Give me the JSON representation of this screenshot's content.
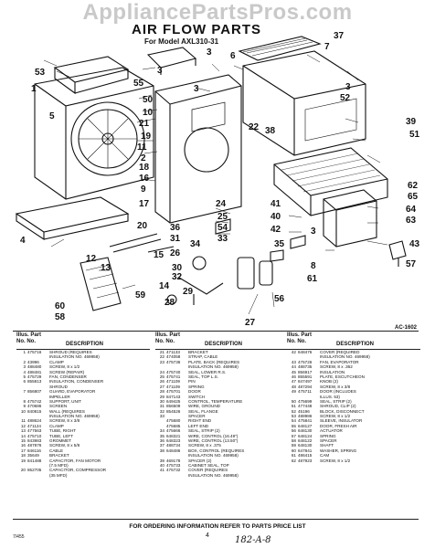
{
  "watermark": "AppliancePartsPros.com",
  "title": "AIR FLOW PARTS",
  "subtitle": "For Model AXL310-31",
  "diagram_ref": "AC-1602",
  "callouts": [
    "37",
    "7",
    "6",
    "3",
    "53",
    "1",
    "3",
    "55",
    "50",
    "10",
    "5",
    "21",
    "19",
    "22",
    "11",
    "2",
    "18",
    "16",
    "9",
    "17",
    "20",
    "3",
    "4",
    "26",
    "30",
    "32",
    "36",
    "13",
    "31",
    "12",
    "60",
    "58",
    "59",
    "15",
    "29",
    "28",
    "34",
    "24",
    "25",
    "54",
    "33",
    "52",
    "3",
    "39",
    "38",
    "51",
    "62",
    "65",
    "41",
    "40",
    "42",
    "64",
    "63",
    "43",
    "35",
    "56",
    "27",
    "3",
    "8",
    "61",
    "57",
    "14"
  ],
  "table": {
    "header_illus": "Illus. Part No. No.",
    "header_desc": "DESCRIPTION",
    "columns": [
      [
        {
          "n": "1",
          "p": "475716",
          "d": "SHROUD (REQUIRES"
        },
        {
          "n": "",
          "p": "",
          "d": "INSULATION NO. 469958)"
        },
        {
          "n": "2",
          "p": "43996",
          "d": "CLAMP"
        },
        {
          "n": "3",
          "p": "488480",
          "d": "SCREW, 8 x 1/2"
        },
        {
          "n": "4",
          "p": "488481",
          "d": "SCREW (REPAIR)"
        },
        {
          "n": "5",
          "p": "475729",
          "d": "FAN, CONDENSER"
        },
        {
          "n": "6",
          "p": "855813",
          "d": "INSULATION, CONDENSER"
        },
        {
          "n": "",
          "p": "",
          "d": "SHROUD"
        },
        {
          "n": "7",
          "p": "856807",
          "d": "GUARD, EVAPORATOR"
        },
        {
          "n": "",
          "p": "",
          "d": "IMPELLER"
        },
        {
          "n": "8",
          "p": "475742",
          "d": "SUPPORT, UNIT"
        },
        {
          "n": "9",
          "p": "470686",
          "d": "SCREEN"
        },
        {
          "n": "10",
          "p": "840815",
          "d": "WALL (REQUIRES"
        },
        {
          "n": "",
          "p": "",
          "d": "INSULATION NO. 469958)"
        },
        {
          "n": "11",
          "p": "488624",
          "d": "SCREW, 8 x 3/8"
        },
        {
          "n": "12",
          "p": "471124",
          "d": "CLAMP"
        },
        {
          "n": "13",
          "p": "477563",
          "d": "TUBE, RIGHT"
        },
        {
          "n": "14",
          "p": "475710",
          "d": "TUBE, LEFT"
        },
        {
          "n": "15",
          "p": "843983",
          "d": "GROMMET"
        },
        {
          "n": "16",
          "p": "487876",
          "d": "SCREW, 8 x 5/8"
        },
        {
          "n": "17",
          "p": "846116",
          "d": "CABLE"
        },
        {
          "n": "18",
          "p": "35649",
          "d": "BRACKET"
        },
        {
          "n": "19",
          "p": "841488",
          "d": "CAPACITOR, FAN MOTOR"
        },
        {
          "n": "",
          "p": "",
          "d": "(7.5 MFD)"
        },
        {
          "n": "20",
          "p": "852705",
          "d": "CAPACITOR, COMPRESSOR"
        },
        {
          "n": "",
          "p": "",
          "d": "(35 MFD)"
        }
      ],
      [
        {
          "n": "21",
          "p": "471133",
          "d": "BRACKET"
        },
        {
          "n": "22",
          "p": "474058",
          "d": "STRAP, CABLE"
        },
        {
          "n": "23",
          "p": "475736",
          "d": "PLATE, BACK (REQUIRES"
        },
        {
          "n": "",
          "p": "",
          "d": "INSULATION NO. 469958)"
        },
        {
          "n": "24",
          "p": "475740",
          "d": "SEAL, LOWER R.S."
        },
        {
          "n": "25",
          "p": "475741",
          "d": "SEAL, TOP L.S."
        },
        {
          "n": "26",
          "p": "471109",
          "d": "PIN"
        },
        {
          "n": "27",
          "p": "471109",
          "d": "SPRING"
        },
        {
          "n": "28",
          "p": "475701",
          "d": "DOOR"
        },
        {
          "n": "29",
          "p": "847143",
          "d": "SWITCH"
        },
        {
          "n": "30",
          "p": "649425",
          "d": "CONTROL, TEMPERATURE"
        },
        {
          "n": "31",
          "p": "856509",
          "d": "WIRE, GROUND"
        },
        {
          "n": "32",
          "p": "854526",
          "d": "SEAL, FLANGE"
        },
        {
          "n": "33",
          "p": "",
          "d": "SPACER"
        },
        {
          "n": "",
          "p": "475680",
          "d": "RIGHT END"
        },
        {
          "n": "",
          "p": "475685",
          "d": "LEFT END"
        },
        {
          "n": "34",
          "p": "475666",
          "d": "SEAL, STRIP (2)"
        },
        {
          "n": "35",
          "p": "648321",
          "d": "WIRE, CONTROL (16.49\")"
        },
        {
          "n": "36",
          "p": "648323",
          "d": "WIRE, CONTROL (13.50\")"
        },
        {
          "n": "37",
          "p": "488734",
          "d": "SCREW, 8 x .375"
        },
        {
          "n": "38",
          "p": "648486",
          "d": "BOX, CONTROL (REQUIRES"
        },
        {
          "n": "",
          "p": "",
          "d": "INSULATION NO. 469958)"
        },
        {
          "n": "39",
          "p": "469178",
          "d": "SPACER (2)"
        },
        {
          "n": "40",
          "p": "475733",
          "d": "CABINET SEAL, TOP"
        },
        {
          "n": "41",
          "p": "475732",
          "d": "COVER (REQUIRES"
        },
        {
          "n": "",
          "p": "",
          "d": "INSULATION NO. 469958)"
        }
      ],
      [
        {
          "n": "42",
          "p": "648476",
          "d": "COVER (REQUIRED"
        },
        {
          "n": "",
          "p": "",
          "d": "INSULATION NO. 469958)"
        },
        {
          "n": "43",
          "p": "475726",
          "d": "FAN, EVAPORATOR"
        },
        {
          "n": "44",
          "p": "488735",
          "d": "SCREW, 8 x .362"
        },
        {
          "n": "45",
          "p": "856917",
          "d": "INSULATION"
        },
        {
          "n": "46",
          "p": "855591",
          "d": "PLATE, ESCUTCHEON"
        },
        {
          "n": "47",
          "p": "847497",
          "d": "KNOB (2)"
        },
        {
          "n": "48",
          "p": "487294",
          "d": "SCREW, 8 x 3/8"
        },
        {
          "n": "49",
          "p": "475711",
          "d": "DOOR (INCLUDES"
        },
        {
          "n": "",
          "p": "",
          "d": "ILLUS. 53)"
        },
        {
          "n": "50",
          "p": "475699",
          "d": "SEAL, STRIP (2)"
        },
        {
          "n": "51",
          "p": "477448",
          "d": "SHROUD, CLIP (2)"
        },
        {
          "n": "52",
          "p": "45196",
          "d": "BLOCK, DISCONNECT"
        },
        {
          "n": "53",
          "p": "488986",
          "d": "SCREW, 8 x 1/2"
        },
        {
          "n": "54",
          "p": "475841",
          "d": "SLEEVE, INSULATOR"
        },
        {
          "n": "55",
          "p": "648127",
          "d": "DOOR, FRESH AIR"
        },
        {
          "n": "56",
          "p": "648130",
          "d": "ACTUATOR"
        },
        {
          "n": "57",
          "p": "648124",
          "d": "SPRING"
        },
        {
          "n": "58",
          "p": "648122",
          "d": "SPACER"
        },
        {
          "n": "59",
          "p": "648130",
          "d": "SHAFT"
        },
        {
          "n": "60",
          "p": "647841",
          "d": "WASHER, SPRING"
        },
        {
          "n": "61",
          "p": "486415",
          "d": "CAM"
        },
        {
          "n": "62",
          "p": "487923",
          "d": "SCREW, 8 x 1/2"
        }
      ]
    ]
  },
  "footer": "FOR ORDERING INFORMATION REFER TO PARTS PRICE LIST",
  "page_number": "4",
  "corner_mark": "7/455",
  "handwritten": "182-A-8"
}
